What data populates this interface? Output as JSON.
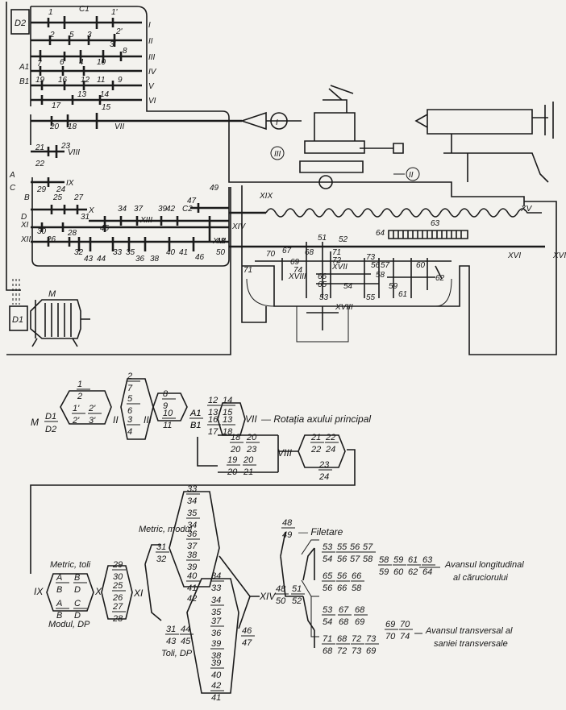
{
  "schematic": {
    "motor_box1": "D2",
    "motor_box2": "D1",
    "motor_label": "M",
    "gear_numbers": [
      {
        "t": "1"
      },
      {
        "t": "C1"
      },
      {
        "t": "1'"
      },
      {
        "t": "2"
      },
      {
        "t": "5"
      },
      {
        "t": "3"
      },
      {
        "t": "2'"
      },
      {
        "t": "3'"
      },
      {
        "t": "8"
      },
      {
        "t": "7"
      },
      {
        "t": "6"
      },
      {
        "t": "4"
      },
      {
        "t": "10"
      },
      {
        "t": "A1"
      },
      {
        "t": "B1"
      },
      {
        "t": "16"
      },
      {
        "t": "12"
      },
      {
        "t": "11"
      },
      {
        "t": "9"
      },
      {
        "t": "19"
      },
      {
        "t": "13"
      },
      {
        "t": "14"
      },
      {
        "t": "17"
      },
      {
        "t": "15"
      },
      {
        "t": "20"
      },
      {
        "t": "18"
      },
      {
        "t": "21"
      },
      {
        "t": "23"
      },
      {
        "t": "22"
      },
      {
        "t": "A"
      },
      {
        "t": "C"
      },
      {
        "t": "29"
      },
      {
        "t": "24"
      },
      {
        "t": "25"
      },
      {
        "t": "27"
      },
      {
        "t": "B"
      },
      {
        "t": "D"
      },
      {
        "t": "31"
      },
      {
        "t": "34"
      },
      {
        "t": "37"
      },
      {
        "t": "39"
      },
      {
        "t": "42"
      },
      {
        "t": "C2"
      },
      {
        "t": "47"
      },
      {
        "t": "49"
      },
      {
        "t": "30"
      },
      {
        "t": "26"
      },
      {
        "t": "28"
      },
      {
        "t": "45"
      },
      {
        "t": "32"
      },
      {
        "t": "43"
      },
      {
        "t": "44"
      },
      {
        "t": "33"
      },
      {
        "t": "35"
      },
      {
        "t": "36"
      },
      {
        "t": "38"
      },
      {
        "t": "40"
      },
      {
        "t": "41"
      },
      {
        "t": "46"
      },
      {
        "t": "48"
      },
      {
        "t": "50"
      },
      {
        "t": "51"
      },
      {
        "t": "52"
      },
      {
        "t": "63"
      },
      {
        "t": "64"
      },
      {
        "t": "70"
      },
      {
        "t": "67"
      },
      {
        "t": "69"
      },
      {
        "t": "68"
      },
      {
        "t": "71"
      },
      {
        "t": "72"
      },
      {
        "t": "73"
      },
      {
        "t": "56"
      },
      {
        "t": "57"
      },
      {
        "t": "60"
      },
      {
        "t": "66"
      },
      {
        "t": "65"
      },
      {
        "t": "58"
      },
      {
        "t": "59"
      },
      {
        "t": "61"
      },
      {
        "t": "62"
      },
      {
        "t": "53"
      },
      {
        "t": "54"
      },
      {
        "t": "55"
      },
      {
        "t": "74"
      },
      {
        "t": "71"
      }
    ],
    "shaft_labels": [
      {
        "t": "I"
      },
      {
        "t": "II"
      },
      {
        "t": "III"
      },
      {
        "t": "IV"
      },
      {
        "t": "V"
      },
      {
        "t": "VI"
      },
      {
        "t": "VII"
      },
      {
        "t": "VIII"
      },
      {
        "t": "IX"
      },
      {
        "t": "X"
      },
      {
        "t": "XI"
      },
      {
        "t": "XII"
      },
      {
        "t": "XIII"
      },
      {
        "t": "XIV"
      },
      {
        "t": "XV"
      },
      {
        "t": "XVI"
      },
      {
        "t": "XVI"
      },
      {
        "t": "XVII"
      },
      {
        "t": "XVIII"
      },
      {
        "t": "XVIII"
      },
      {
        "t": "XIX"
      },
      {
        "t": "XVI"
      }
    ],
    "motion_labels": [
      {
        "t": "I"
      },
      {
        "t": "II"
      },
      {
        "t": "III"
      }
    ]
  },
  "chain": {
    "motor": "M",
    "pulley_num": "D1",
    "pulley_den": "D2",
    "s1": [
      {
        "n": "1",
        "d": "2"
      },
      {
        "n": "1'",
        "d": "2'"
      },
      {
        "n": "2'",
        "d": "3'"
      }
    ],
    "shaft_II": "II",
    "s2": [
      {
        "n": "2",
        "d": "7"
      },
      {
        "n": "5",
        "d": "6"
      },
      {
        "n": "3",
        "d": "4"
      }
    ],
    "shaft_III": "III",
    "s3": [
      {
        "n": "8",
        "d": "9"
      },
      {
        "n": "10",
        "d": "11"
      }
    ],
    "clutch_num": "A1",
    "clutch_den": "B1",
    "s4": [
      {
        "n": "12",
        "d": "13"
      },
      {
        "n": "14",
        "d": "15"
      },
      {
        "n": "16",
        "d": "17"
      },
      {
        "n": "13",
        "d": "18"
      }
    ],
    "shaft_VII": "VII",
    "spindle_text": "— Rotația axului principal",
    "s5": [
      {
        "n": "18",
        "d": "20"
      },
      {
        "n": "20",
        "d": "23"
      },
      {
        "n": "19",
        "d": "20"
      },
      {
        "n": "20",
        "d": "21"
      }
    ],
    "shaft_VIII": "VIII",
    "s6": [
      {
        "n": "21",
        "d": "22"
      },
      {
        "n": "22",
        "d": "24"
      },
      {
        "n": "23",
        "d": "24"
      }
    ],
    "shaft_IX": "IX",
    "metric_inch": "Metric, toli",
    "module_dp": "Modul, DP",
    "change_gears": [
      {
        "n": "A",
        "d": "B"
      },
      {
        "n": "B",
        "d": "D"
      },
      {
        "n": "A",
        "d": "B"
      },
      {
        "n": "C",
        "d": "D"
      }
    ],
    "shaft_X": "X",
    "s7": [
      {
        "n": "29",
        "d": "30"
      },
      {
        "n": "25",
        "d": "26"
      },
      {
        "n": "27",
        "d": "28"
      }
    ],
    "shaft_XI": "XI",
    "metric_module": "Metric, modul",
    "s8_top": [
      {
        "n": "31",
        "d": "32"
      }
    ],
    "s8_bot": [
      {
        "n": "31",
        "d": "43"
      },
      {
        "n": "44",
        "d": "45"
      }
    ],
    "fan_top": [
      {
        "n": "33",
        "d": "34"
      },
      {
        "n": "35",
        "d": "34"
      },
      {
        "n": "36",
        "d": "37"
      },
      {
        "n": "38",
        "d": "39"
      },
      {
        "n": "40",
        "d": "41"
      },
      {
        "n": "42",
        "d": ""
      }
    ],
    "fan_bot": [
      {
        "n": "34",
        "d": "33"
      },
      {
        "n": "34",
        "d": "35"
      },
      {
        "n": "37",
        "d": "36"
      },
      {
        "n": "39",
        "d": "38"
      },
      {
        "n": "39",
        "d": "40"
      },
      {
        "n": "42",
        "d": "41"
      }
    ],
    "inch_dp": "Toli, DP",
    "s9": [
      {
        "n": "46",
        "d": "47"
      }
    ],
    "shaft_XIV": "XIV",
    "thread_ratio": {
      "n": "48",
      "d": "49"
    },
    "thread_text": "— Filetare",
    "feed_ratio_a": {
      "n": "48",
      "d": "50"
    },
    "feed_ratio_b": {
      "n": "51",
      "d": "52"
    },
    "long1": [
      {
        "n": "53",
        "d": "54"
      },
      {
        "n": "55",
        "d": "56"
      },
      {
        "n": "56",
        "d": "57"
      },
      {
        "n": "57",
        "d": "58"
      }
    ],
    "long2": [
      {
        "n": "65",
        "d": "56"
      },
      {
        "n": "56",
        "d": "66"
      },
      {
        "n": "66",
        "d": "58"
      }
    ],
    "long3": [
      {
        "n": "58",
        "d": "59"
      },
      {
        "n": "59",
        "d": "60"
      },
      {
        "n": "61",
        "d": "62"
      },
      {
        "n": "63",
        "d": "64"
      }
    ],
    "long_text1": "Avansul longitudinal",
    "long_text2": "al căruciorului",
    "tr1": [
      {
        "n": "53",
        "d": "54"
      },
      {
        "n": "67",
        "d": "68"
      },
      {
        "n": "68",
        "d": "69"
      }
    ],
    "tr2": [
      {
        "n": "71",
        "d": "68"
      },
      {
        "n": "68",
        "d": "72"
      },
      {
        "n": "72",
        "d": "73"
      },
      {
        "n": "73",
        "d": "69"
      }
    ],
    "tr3": [
      {
        "n": "69",
        "d": "70"
      },
      {
        "n": "70",
        "d": "74"
      }
    ],
    "tr_text1": "Avansul transversal al",
    "tr_text2": "saniei transversale"
  }
}
